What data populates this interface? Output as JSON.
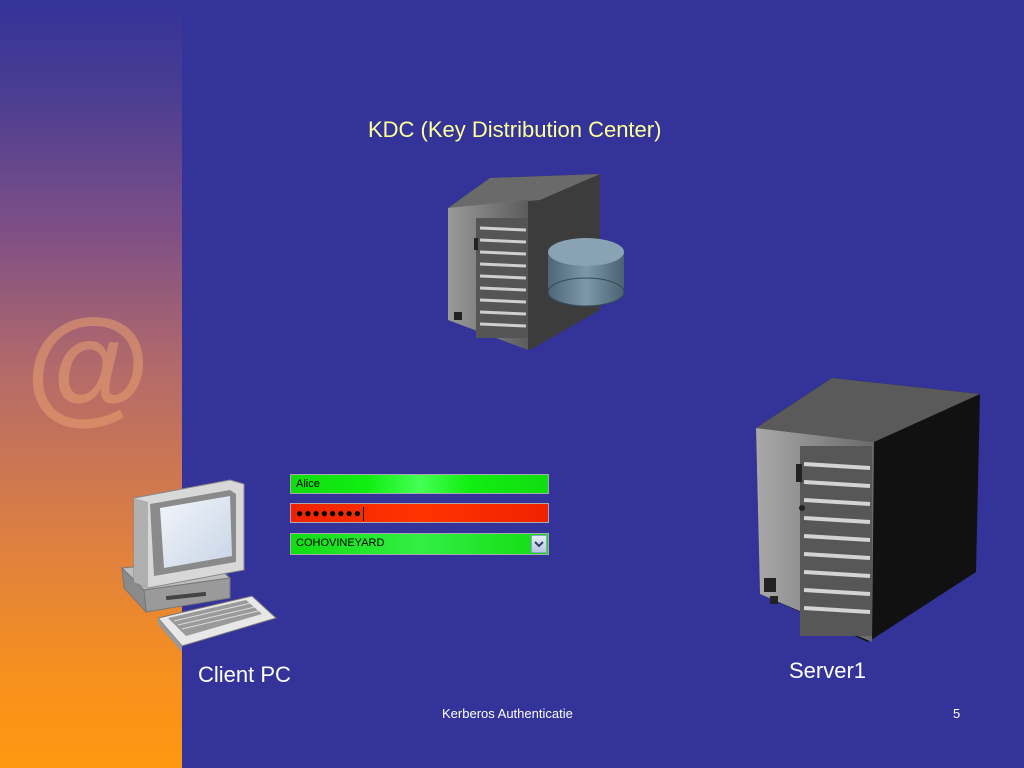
{
  "slide": {
    "title": "KDC (Key Distribution Center)",
    "client_label": "Client PC",
    "server_label": "Server1",
    "footer": "Kerberos Authenticatie",
    "page_number": "5"
  },
  "login_form": {
    "username": "Alice",
    "password_masked": "●●●●●●●●",
    "domain": "COHOVINEYARD"
  },
  "colors": {
    "background": "#333399",
    "title": "#ffff99",
    "field_valid": "#11ee11",
    "field_invalid": "#ff3300"
  },
  "icons": {
    "sidebar_logo": "at-sign-icon",
    "kdc": "server-with-database-icon",
    "server": "server-tower-icon",
    "client": "desktop-computer-icon",
    "dropdown": "chevron-down-icon"
  }
}
